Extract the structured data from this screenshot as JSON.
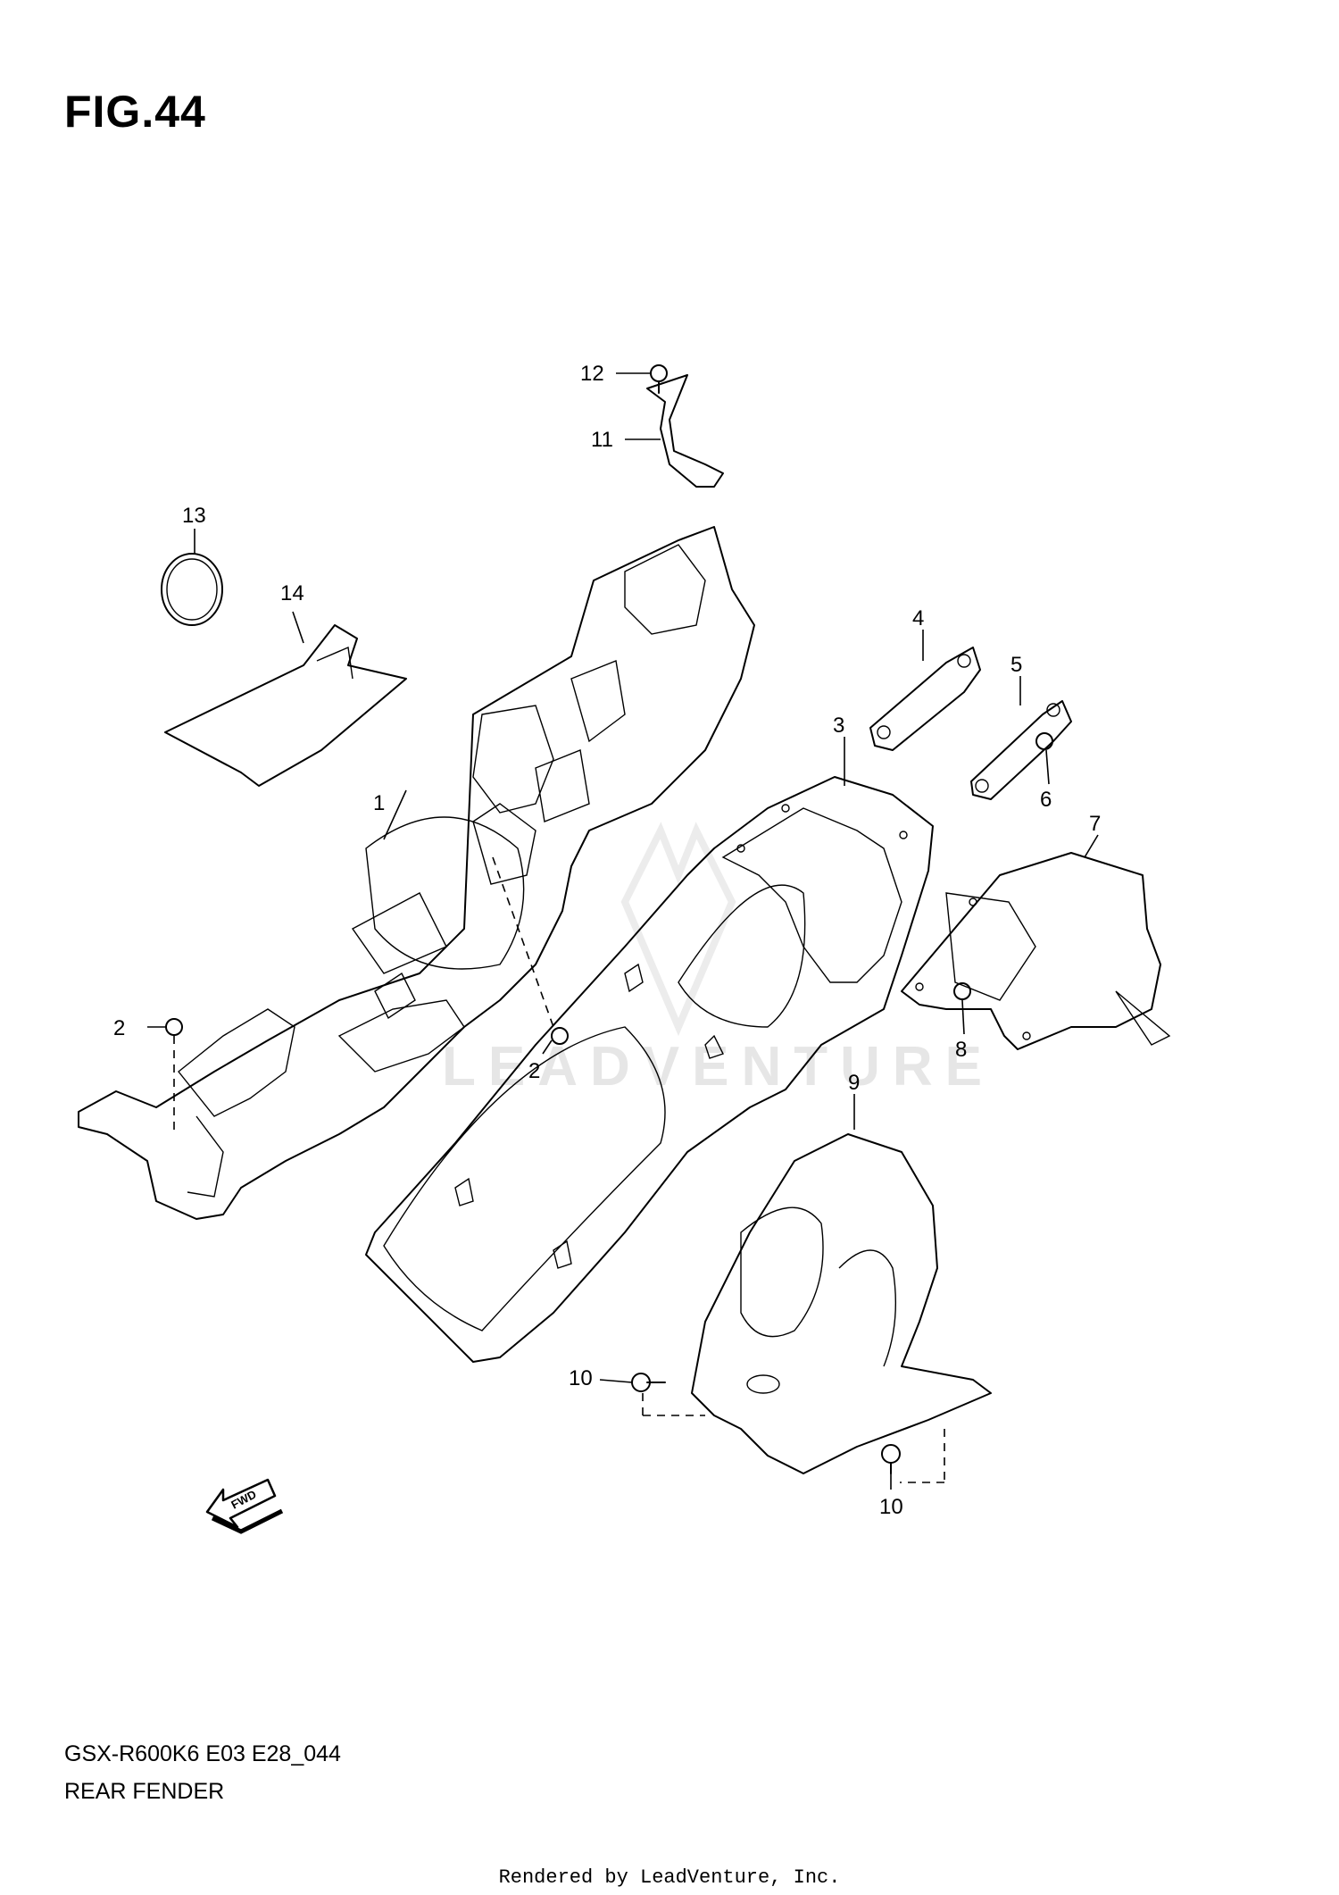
{
  "figure": {
    "title": "FIG.44"
  },
  "watermark": {
    "text": "LEADVENTURE"
  },
  "callouts": [
    {
      "id": "1",
      "label": "1"
    },
    {
      "id": "2a",
      "label": "2"
    },
    {
      "id": "2b",
      "label": "2"
    },
    {
      "id": "3",
      "label": "3"
    },
    {
      "id": "4",
      "label": "4"
    },
    {
      "id": "5",
      "label": "5"
    },
    {
      "id": "6",
      "label": "6"
    },
    {
      "id": "7",
      "label": "7"
    },
    {
      "id": "8",
      "label": "8"
    },
    {
      "id": "9",
      "label": "9"
    },
    {
      "id": "10a",
      "label": "10"
    },
    {
      "id": "10b",
      "label": "10"
    },
    {
      "id": "11",
      "label": "11"
    },
    {
      "id": "12",
      "label": "12"
    },
    {
      "id": "13",
      "label": "13"
    },
    {
      "id": "14",
      "label": "14"
    }
  ],
  "fwd_arrow": {
    "label": "FWD"
  },
  "footer": {
    "model_code": "GSX-R600K6 E03 E28_044",
    "section_name": "REAR FENDER",
    "credit": "Rendered by LeadVenture, Inc."
  },
  "colors": {
    "line": "#000000",
    "background": "#ffffff",
    "watermark": "#e6e6e6"
  }
}
